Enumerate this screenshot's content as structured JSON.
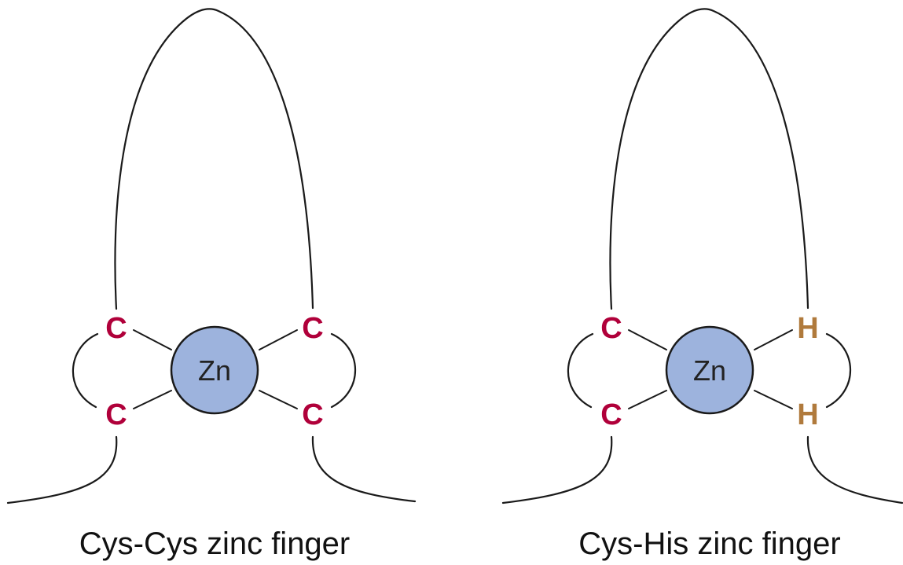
{
  "colors": {
    "zinc_fill": "#9db3dd",
    "cysteine": "#b0003a",
    "histidine": "#b07a3c",
    "line": "#1a1a1a"
  },
  "panels": [
    {
      "caption": "Cys-Cys zinc finger",
      "metal": "Zn",
      "residues": {
        "top_left": "C",
        "top_right": "C",
        "bottom_left": "C",
        "bottom_right": "C"
      }
    },
    {
      "caption": "Cys-His zinc finger",
      "metal": "Zn",
      "residues": {
        "top_left": "C",
        "top_right": "H",
        "bottom_left": "C",
        "bottom_right": "H"
      }
    }
  ]
}
